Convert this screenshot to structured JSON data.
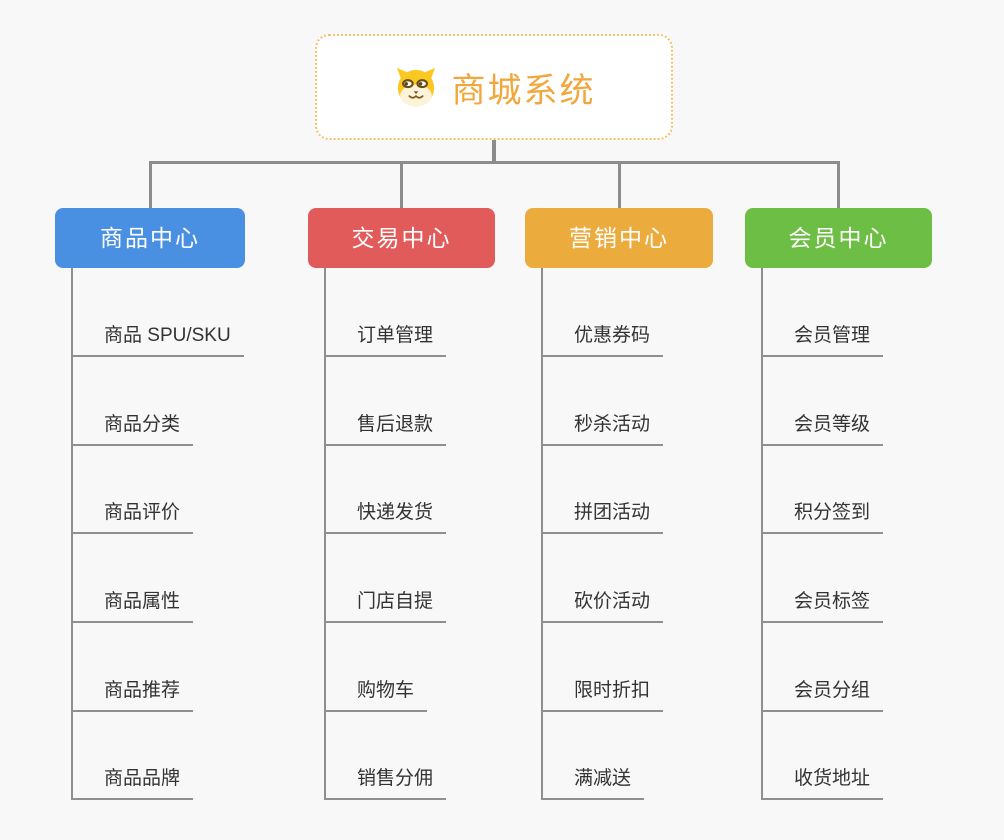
{
  "root": {
    "title": "商城系统",
    "icon": "dog-face-icon"
  },
  "branches": [
    {
      "label": "商品中心",
      "color": "#4A90E2",
      "children": [
        "商品 SPU/SKU",
        "商品分类",
        "商品评价",
        "商品属性",
        "商品推荐",
        "商品品牌"
      ]
    },
    {
      "label": "交易中心",
      "color": "#E25B5B",
      "children": [
        "订单管理",
        "售后退款",
        "快递发货",
        "门店自提",
        "购物车",
        "销售分佣"
      ]
    },
    {
      "label": "营销中心",
      "color": "#ECAB3D",
      "children": [
        "优惠券码",
        "秒杀活动",
        "拼团活动",
        "砍价活动",
        "限时折扣",
        "满减送"
      ]
    },
    {
      "label": "会员中心",
      "color": "#6CBE44",
      "children": [
        "会员管理",
        "会员等级",
        "积分签到",
        "会员标签",
        "会员分组",
        "收货地址"
      ]
    }
  ],
  "colors": {
    "background": "#F8F8F8",
    "connector": "#8C8C8C",
    "underline": "#8F8F8F",
    "root_border": "#F5C06A",
    "root_text": "#F1A73B",
    "child_text": "#333333"
  }
}
